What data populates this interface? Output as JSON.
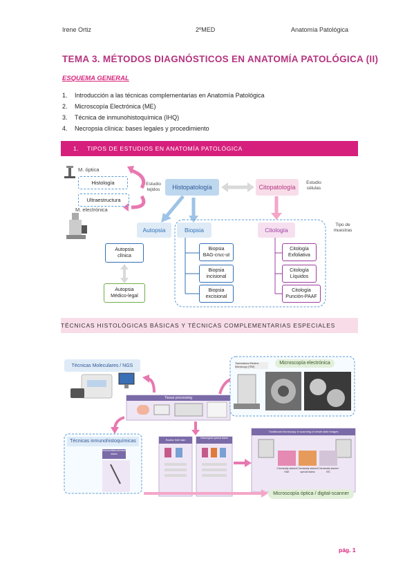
{
  "header": {
    "left": "Irene Ortiz",
    "center": "2ºMED",
    "right": "Anatomía Patológica"
  },
  "title": "TEMA 3. MÉTODOS DIAGNÓSTICOS EN ANATOMÍA PATOLÓGICA (II)",
  "subtitle": "ESQUEMA GENERAL",
  "toc": [
    {
      "num": "1.",
      "text": "Introducción a las técnicas complementarias en Anatomía Patológica"
    },
    {
      "num": "2.",
      "text": "Microscopía Electrónica (ME)"
    },
    {
      "num": "3.",
      "text": "Técnica de inmunohistoquímica (IHQ)"
    },
    {
      "num": "4.",
      "text": "Necropsia clínica: bases legales y procedimiento"
    }
  ],
  "section1": {
    "num": "1.",
    "title": "TIPOS DE ESTUDIOS EN ANATOMÍA PATOLÓGICA"
  },
  "diagram1": {
    "m_optica": "M. óptica",
    "m_electronica": "M. electrónica",
    "histologia": "Histología",
    "ultraestructura": "Ultraestructura",
    "estudio_tejidos": "Estudio tejidos",
    "histopatologia": "Histopatología",
    "citopatologia": "Citopatología",
    "estudio_celulas": "Estudio células",
    "autopsia": "Autopsia",
    "biopsia": "Biopsia",
    "citologia": "Citología",
    "tipo_muestras": "Tipo de muestras",
    "autopsia_clinica": "Autopsia clínica",
    "autopsia_medico_legal": "Autopsia Médico-legal",
    "biopsia_bag": "Biopsia BAG-cruc-ut",
    "biopsia_incisional": "Biopsia incisional",
    "biopsia_excisional": "Biopsia excisional",
    "cito_exfoliativa": "Citología Exfoliativa",
    "cito_liquidos": "Citología Líquidos",
    "cito_puncion": "Citología Punción-PAAF"
  },
  "section2": {
    "title": "TÉCNICAS HISTOLÓGICAS BÁSICAS Y TÉCNICAS COMPLEMENTARIAS ESPECIALES"
  },
  "diagram2": {
    "moleculares": "Técnicas Moleculares / NGS",
    "tissue_processing": "Tissue processing",
    "microscopia_electronica": "Microscopía electrónica",
    "tem_label": "Transmission Electron Microscopy (TEM)",
    "inmunohisto": "Técnicas inmunohistoquímicas",
    "immunohisto_stains": "Immunohistochemical stains",
    "routine_he": "Routine H&E stain",
    "special_stains": "Histological special stains",
    "traditional_microscopy": "Traditional microscopy or scanning of whole slide images",
    "chemically_he": "Chemically stained H&E",
    "chemically_special": "Chemically stained special stains",
    "chemically_ihc": "Chemically stained IHC",
    "optica_scanner": "Microscopía óptica / digital-scanner"
  },
  "footer": "pág. 1",
  "colors": {
    "magenta": "#d61f7d",
    "pink_bg": "#f8dde9",
    "title": "#b5327e",
    "blue": "#5b9bd5",
    "purple": "#9c3b9e"
  }
}
